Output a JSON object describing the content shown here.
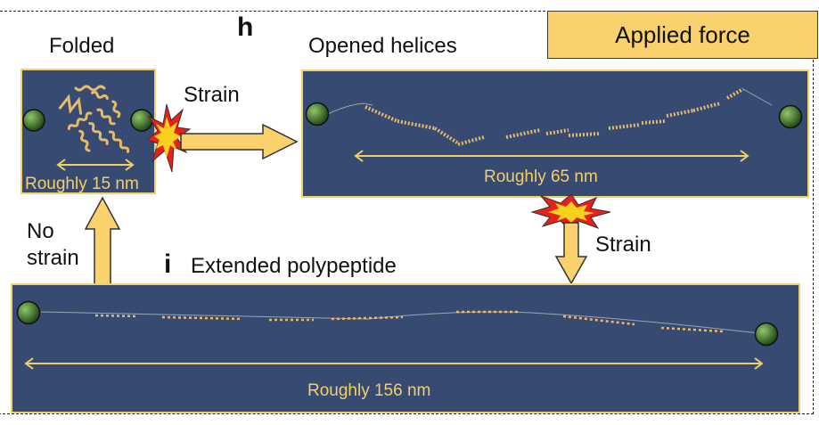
{
  "panels": {
    "h": {
      "letter": "h",
      "folded_label": "Folded",
      "opened_label": "Opened helices",
      "folded_measure": "Roughly 15 nm",
      "opened_measure": "Roughly 65 nm",
      "strain_label_top": "Strain",
      "strain_label_right": "Strain",
      "no_strain_label": "No\nstrain"
    },
    "i": {
      "letter": "i",
      "extended_label": "Extended polypeptide",
      "extended_measure": "Roughly 156 nm"
    }
  },
  "legend": {
    "applied_force": "Applied force"
  },
  "colors": {
    "panel_bg": "#374b72",
    "panel_border": "#f2cf67",
    "arrow_fill": "#f9d26e",
    "bead": "#3f6e2a",
    "explosion_outer": "#e8201a",
    "explosion_inner": "#f7d11e"
  }
}
